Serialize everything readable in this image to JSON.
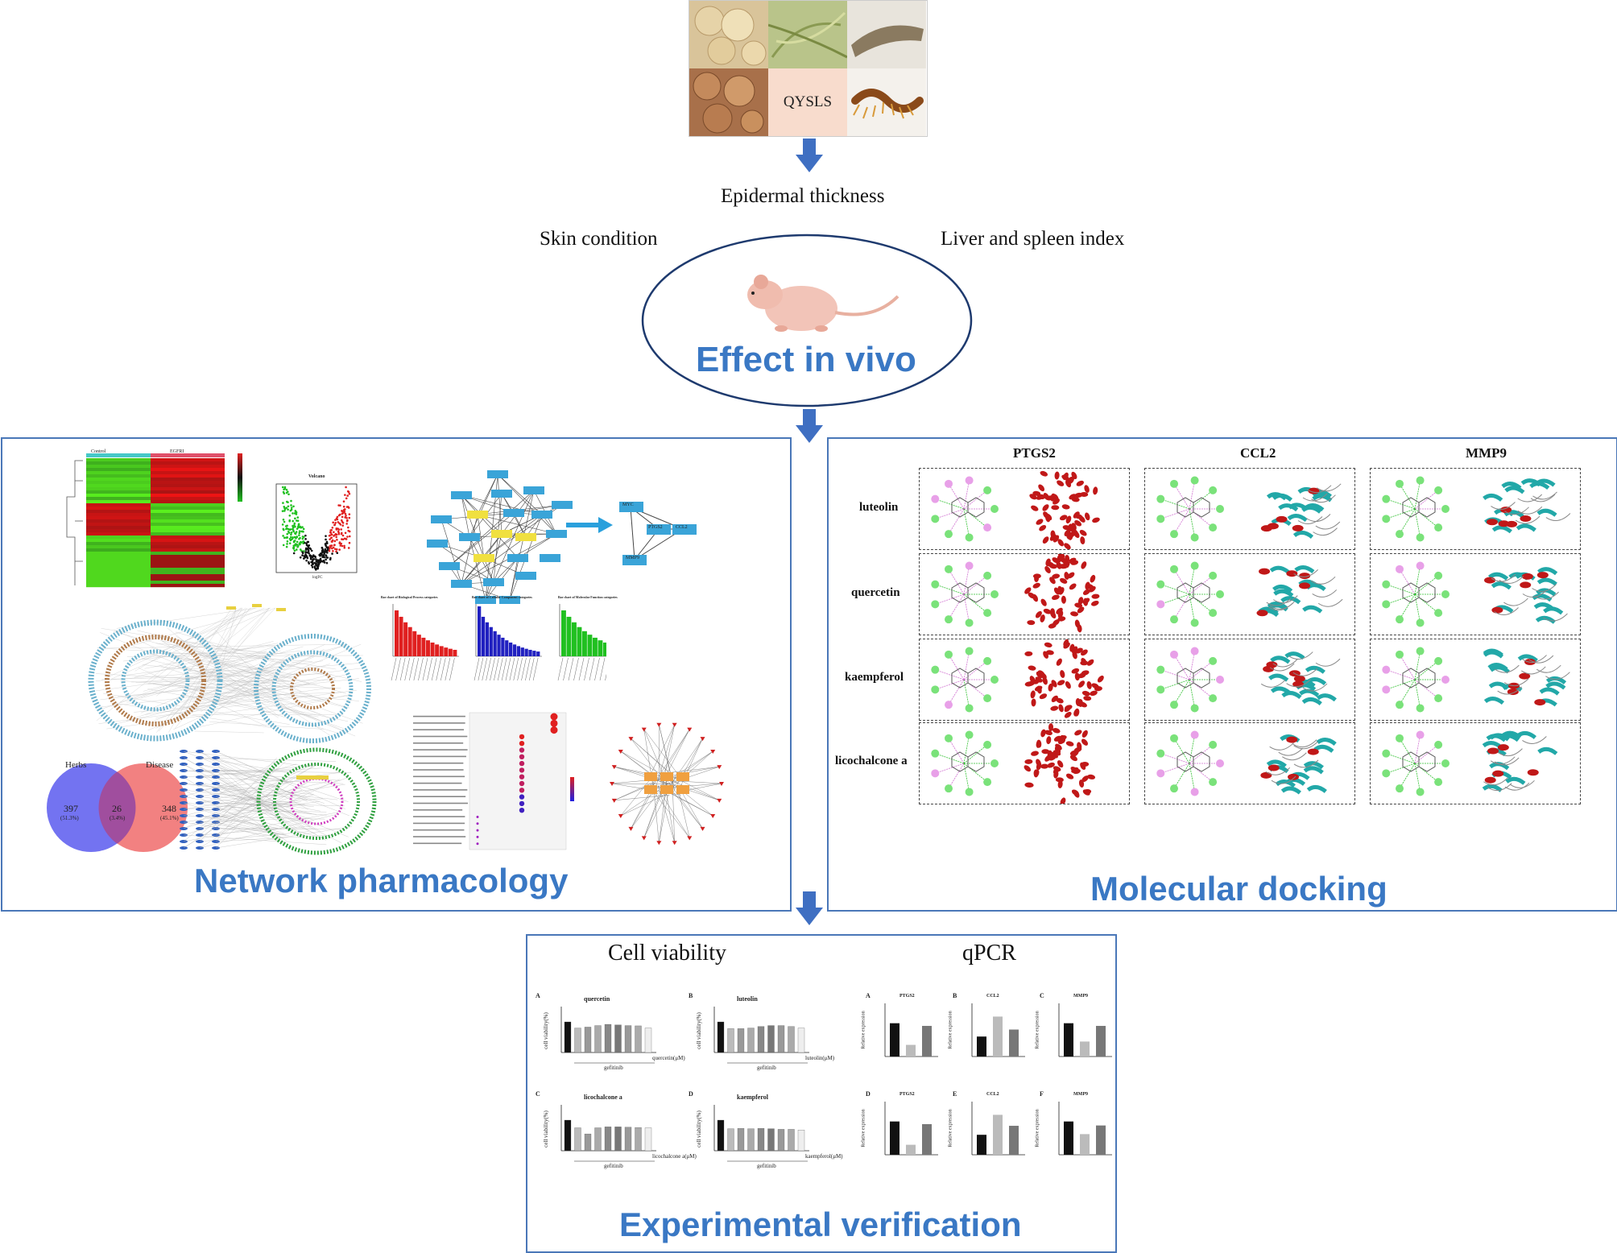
{
  "herbs": {
    "center_label": "QYSLS"
  },
  "in_vivo": {
    "top_label": "Epidermal thickness",
    "left_label": "Skin condition",
    "right_label": "Liver and spleen index",
    "title": "Effect in vivo"
  },
  "network": {
    "title": "Network pharmacology",
    "heatmap_groups": [
      "Control",
      "EGFRI"
    ],
    "volcano_title": "Volcano",
    "volcano_xlabel": "logFC",
    "ppi_nodes": [
      "MYC",
      "PTGS2",
      "CCL2",
      "MMP9"
    ],
    "venn": {
      "left_label": "Herbs",
      "right_label": "Disease",
      "left_count": "397",
      "left_pct": "(51.3%)",
      "mid_count": "26",
      "mid_pct": "(3.4%)",
      "right_count": "348",
      "right_pct": "(45.1%)"
    },
    "bar_titles": [
      "Bar chart of Biological Process categories",
      "Bar chart of Cellular Component categories",
      "Bar chart of Molecular Function categories"
    ]
  },
  "docking": {
    "title": "Molecular docking",
    "targets": [
      "PTGS2",
      "CCL2",
      "MMP9"
    ],
    "ligands": [
      "luteolin",
      "quercetin",
      "kaempferol",
      "licochalcone a"
    ]
  },
  "experimental": {
    "title": "Experimental verification",
    "cell_viability_label": "Cell viability",
    "qpcr_label": "qPCR",
    "viability_panels": [
      {
        "letter": "A",
        "title": "quercetin",
        "drug_label": "quercetin(μM)"
      },
      {
        "letter": "B",
        "title": "luteolin",
        "drug_label": "luteolin(μM)"
      },
      {
        "letter": "C",
        "title": "licochalcone a",
        "drug_label": "licochalcone a(μM)"
      },
      {
        "letter": "D",
        "title": "kaempferol",
        "drug_label": "kaempferol(μM)"
      }
    ],
    "viability_ylabel": "cell viability(%)",
    "viability_xlabel": "gefitinib",
    "qpcr_panels": [
      {
        "letter": "A",
        "title": "PTGS2"
      },
      {
        "letter": "B",
        "title": "CCL2"
      },
      {
        "letter": "C",
        "title": "MMP9"
      },
      {
        "letter": "D",
        "title": "PTGS2"
      },
      {
        "letter": "E",
        "title": "CCL2"
      },
      {
        "letter": "F",
        "title": "MMP9"
      }
    ],
    "qpcr_ylabel": "Relative expression"
  },
  "colors": {
    "arrow": "#3f6fc2",
    "title_blue": "#3a78c4",
    "panel_border": "#4a77b8",
    "venn_left": "#6b6bf0",
    "venn_right": "#f06b6b"
  }
}
